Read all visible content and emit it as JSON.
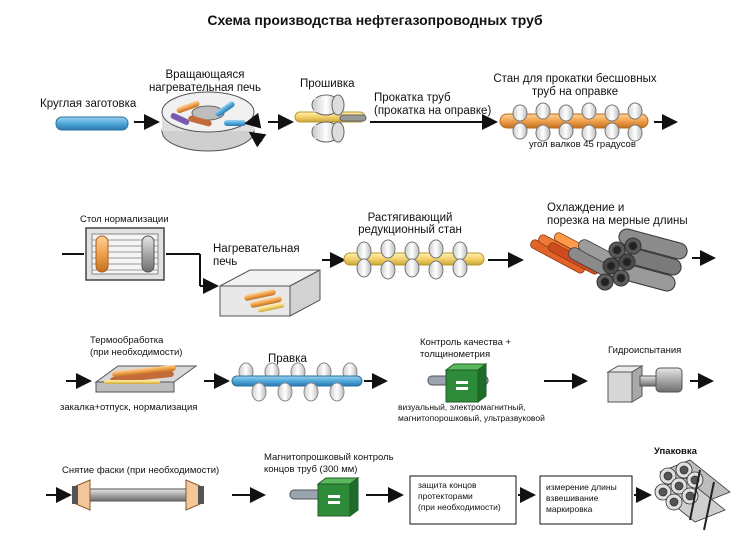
{
  "title": "Схема производства нефтегазопроводных труб",
  "row1": {
    "billet": "Круглая заготовка",
    "furnace": [
      "Вращающаяся",
      "нагревательная печь"
    ],
    "piercing": "Прошивка",
    "rolling": [
      "Прокатка труб",
      "(прокатка на оправке)"
    ],
    "mill": [
      "Стан для прокатки бесшовных",
      "труб на оправке"
    ],
    "roll_angle": "угол валков 45 градусов"
  },
  "row2": {
    "normalizing_table": "Стол нормализации",
    "heating_furnace": [
      "Нагревательная",
      "печь"
    ],
    "stretch_mill": [
      "Растягивающий",
      "редукционный стан"
    ],
    "cooling": [
      "Охлаждение и",
      "порезка на мерные длины"
    ]
  },
  "row3": {
    "heat_treatment": [
      "Термообработка",
      "(при необходимости)"
    ],
    "hardening": "закалка+отпуск, нормализация",
    "straightening": "Правка",
    "quality": [
      "Контроль качества +",
      "толщинометрия"
    ],
    "methods": [
      "визуальный, электромагнитный,",
      "магнитопорошковый, ультразвуковой"
    ],
    "hydro": "Гидроиспытания"
  },
  "row4": {
    "chamfer": "Снятие фаски (при необходимости)",
    "magnetic": [
      "Магнитопрошковый контроль",
      "концов труб (300 мм)"
    ],
    "protect": [
      "защита концов",
      "протекторами",
      "(при необходимости)"
    ],
    "measure": [
      "измерение длины",
      "взвешивание",
      "маркировка"
    ],
    "packing": "Упаковка"
  },
  "colors": {
    "blue": "#4fa7d9",
    "orange": "#f0a04b",
    "yellow": "#f3d26b",
    "green": "#2e8b3a",
    "gray": "#9a9a9a",
    "dark": "#222222"
  }
}
